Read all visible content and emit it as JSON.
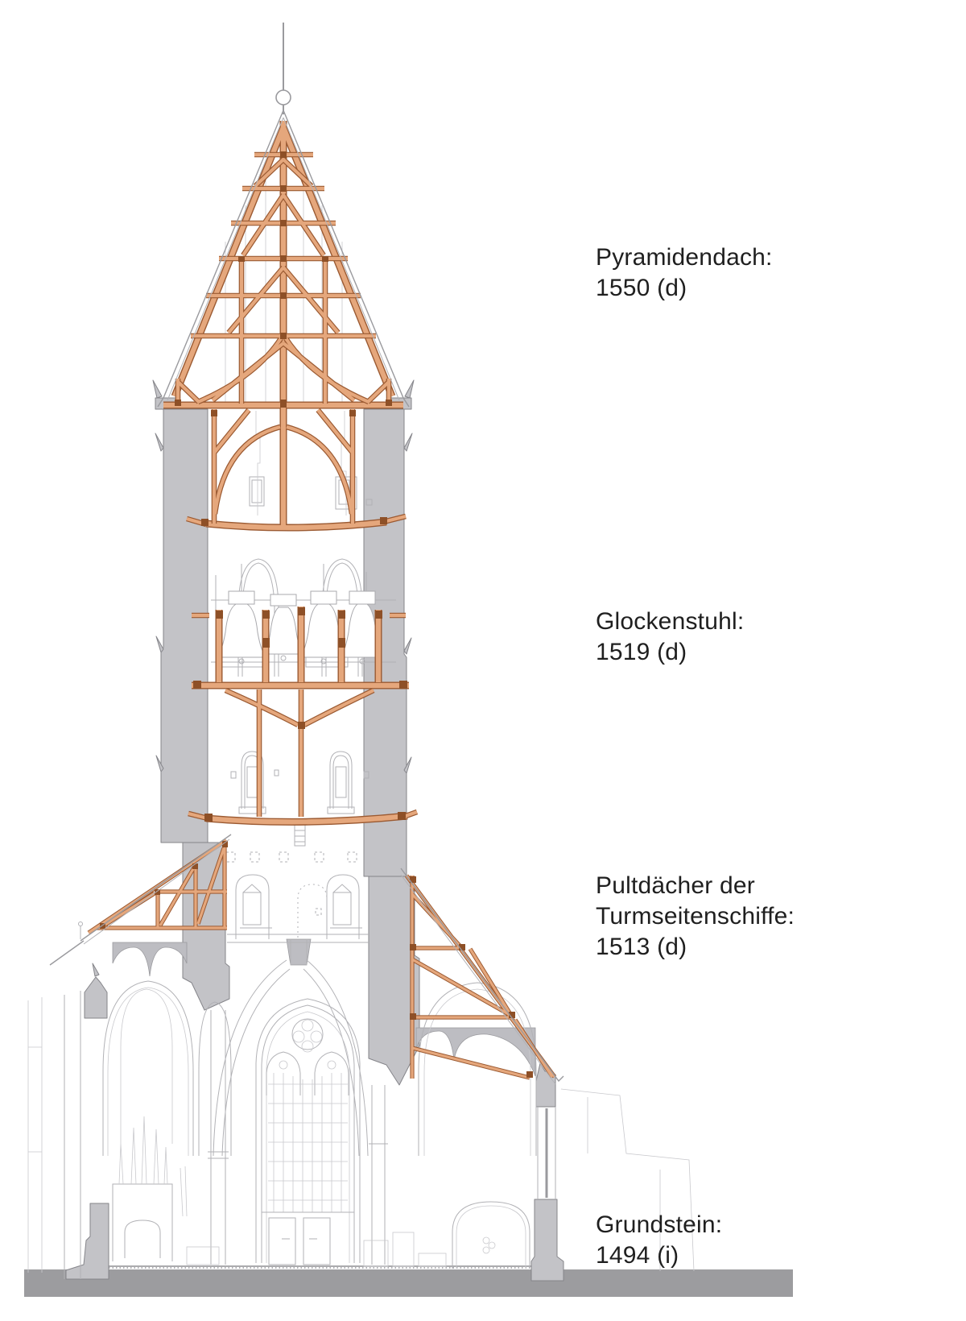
{
  "figure": {
    "type": "architectural-cross-section",
    "subject": "Gothic church tower section with dated building phases",
    "language": "de"
  },
  "labels": [
    {
      "id": "pyramidendach",
      "lines": [
        "Pyramidendach:",
        "1550 (d)"
      ]
    },
    {
      "id": "glockenstuhl",
      "lines": [
        "Glockenstuhl:",
        "1519 (d)"
      ]
    },
    {
      "id": "pultdaecher",
      "lines": [
        "Pultdächer der",
        "Turmseitenschiffe:",
        "1513 (d)"
      ]
    },
    {
      "id": "grundstein",
      "lines": [
        "Grundstein:",
        "1494 (i)"
      ]
    }
  ],
  "colors": {
    "timber_fill": "#e5a77c",
    "timber_outline": "#9b5a32",
    "timber_joint": "#8e5027",
    "masonry_fill": "#c3c3c7",
    "masonry_outline": "#85858a",
    "vault_web": "#bdbdc2",
    "ground": "#9c9c9f",
    "line_art": "#b2b2b6",
    "text": "#1f1f1f",
    "background": "#ffffff"
  }
}
